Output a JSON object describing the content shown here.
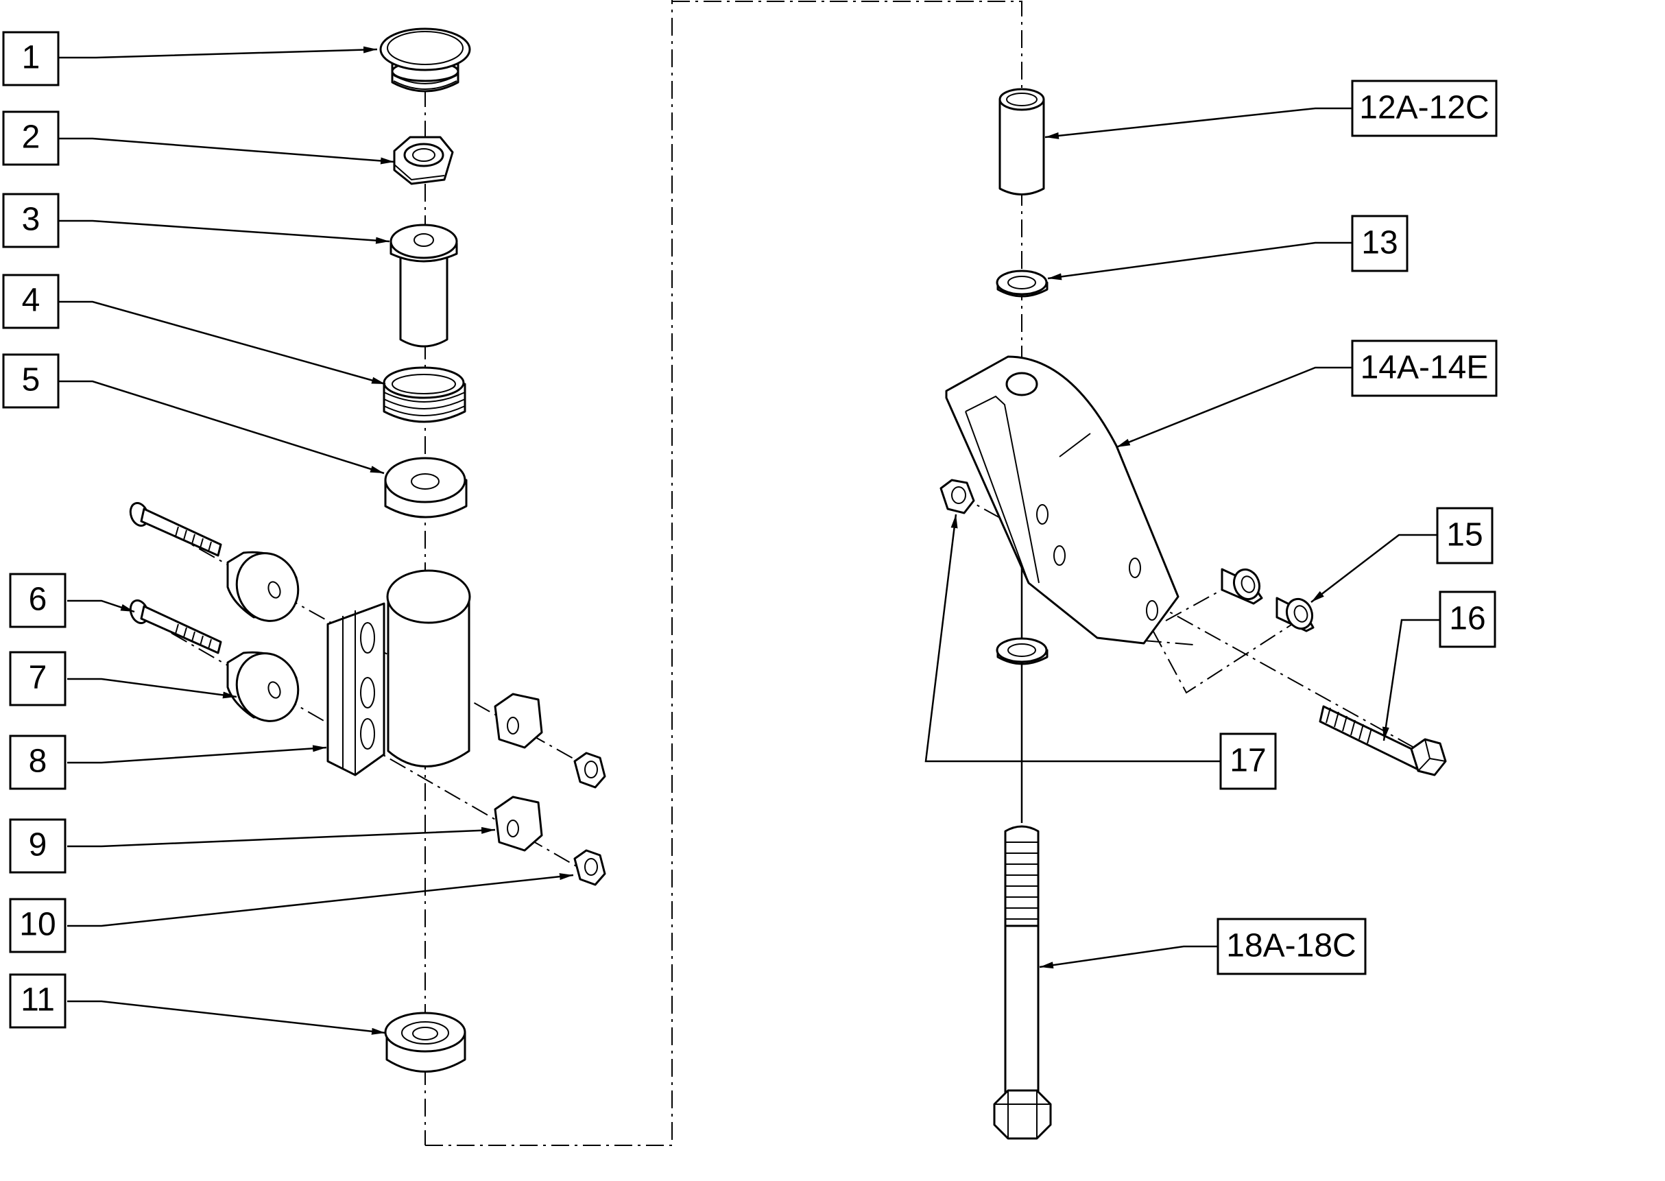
{
  "diagram": {
    "callouts": [
      {
        "id": "c1",
        "label": "1"
      },
      {
        "id": "c2",
        "label": "2"
      },
      {
        "id": "c3",
        "label": "3"
      },
      {
        "id": "c4",
        "label": "4"
      },
      {
        "id": "c5",
        "label": "5"
      },
      {
        "id": "c6",
        "label": "6"
      },
      {
        "id": "c7",
        "label": "7"
      },
      {
        "id": "c8",
        "label": "8"
      },
      {
        "id": "c9",
        "label": "9"
      },
      {
        "id": "c10",
        "label": "10"
      },
      {
        "id": "c11",
        "label": "11"
      },
      {
        "id": "c12",
        "label": "12A-12C"
      },
      {
        "id": "c13",
        "label": "13"
      },
      {
        "id": "c14",
        "label": "14A-14E"
      },
      {
        "id": "c15",
        "label": "15"
      },
      {
        "id": "c16",
        "label": "16"
      },
      {
        "id": "c17",
        "label": "17"
      },
      {
        "id": "c18",
        "label": "18A-18C"
      }
    ]
  }
}
